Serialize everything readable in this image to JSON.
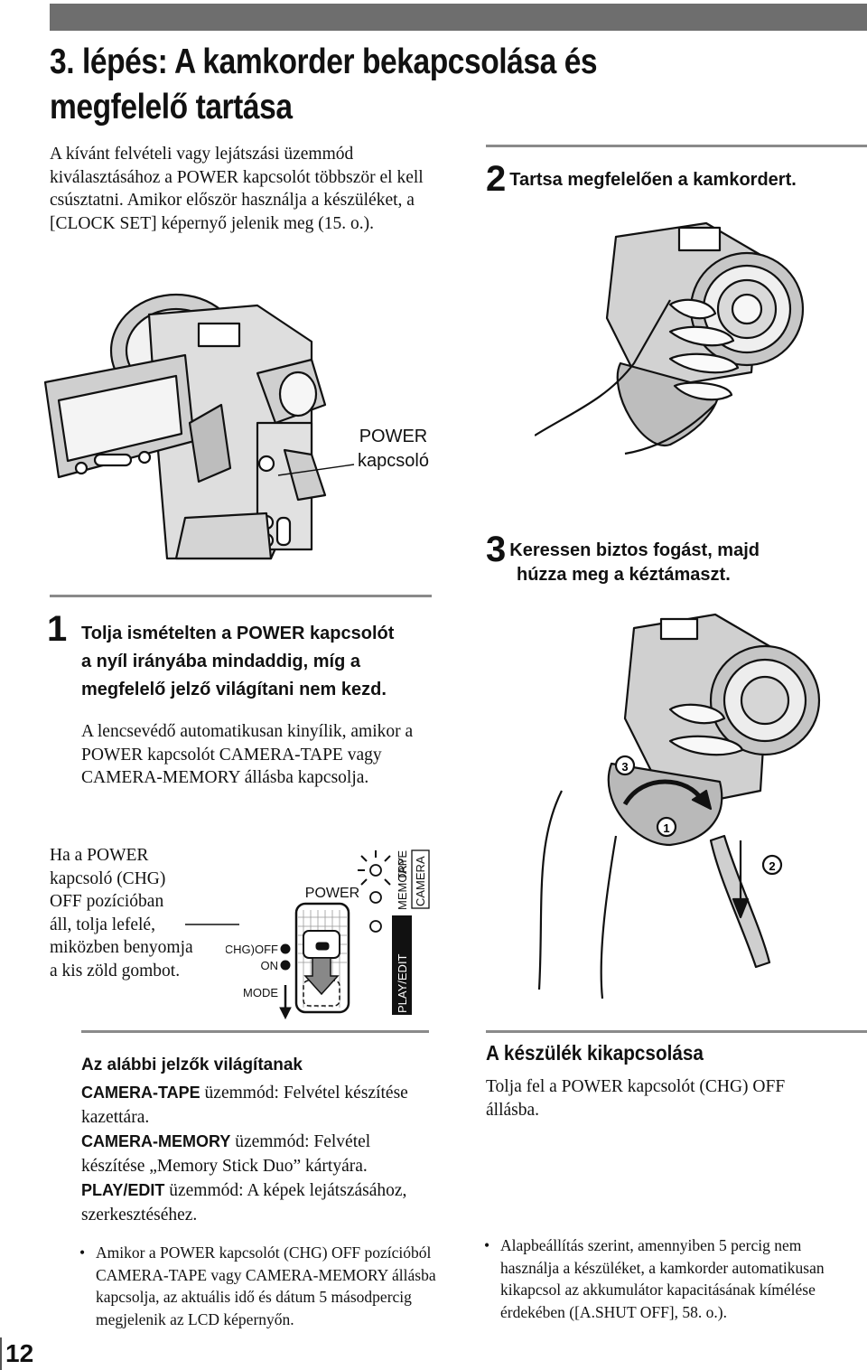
{
  "page": {
    "title_line1": "3. lépés: A kamkorder bekapcsolása és",
    "title_line2": "megfelelő tartása",
    "intro": "A kívánt felvételi vagy lejátszási üzemmód kiválasztásához a POWER kapcsolót többször el kell csúsztatni. Amikor először használja a készüléket, a [CLOCK SET] képernyő jelenik meg (15. o.).",
    "page_number": "12"
  },
  "step2": {
    "num": "2",
    "text": "Tartsa megfelelően a kamkordert."
  },
  "step3": {
    "num": "3",
    "line1": "Keressen biztos fogást, majd",
    "line2": "húzza meg a kéztámaszt."
  },
  "step1": {
    "num": "1",
    "line1": "Tolja ismételten a POWER kapcsolót",
    "line2": "a nyíl irányába mindaddig, míg a",
    "line3": "megfelelő jelző világítani nem kezd.",
    "note": "A lencsevédő automatikusan kinyílik, amikor a POWER kapcsolót CAMERA-TAPE vagy CAMERA-MEMORY állásba kapcsolja."
  },
  "callout": {
    "power_line1": "POWER",
    "power_line2": "kapcsoló"
  },
  "chg_note": {
    "l1": "Ha a POWER",
    "l2": "kapcsoló (CHG)",
    "l3": "OFF pozícióban",
    "l4": "áll, tolja lefelé,",
    "l5": "miközben benyomja",
    "l6": "a kis zöld gombot."
  },
  "switch_diagram": {
    "power": "POWER",
    "chg_off": "(CHG)OFF",
    "on": "ON",
    "mode": "MODE",
    "play_edit": "PLAY/EDIT",
    "memory": "MEMORY",
    "tape": "TAPE",
    "camera": "CAMERA"
  },
  "strap_markers": {
    "m1": "1",
    "m2": "2",
    "m3": "3"
  },
  "indicators": {
    "heading": "Az alábbi jelzők világítanak",
    "items": [
      {
        "mode": "CAMERA-TAPE",
        "desc": " üzemmód: Felvétel készítése kazettára."
      },
      {
        "mode": "CAMERA-MEMORY",
        "desc": " üzemmód: Felvétel készítése „Memory Stick Duo” kártyára."
      },
      {
        "mode": "PLAY/EDIT",
        "desc": " üzemmód: A képek lejátszásához, szerkesztéséhez."
      }
    ],
    "bullet": "Amikor a POWER kapcsolót (CHG) OFF pozícióból CAMERA-TAPE vagy CAMERA-MEMORY állásba kapcsolja, az aktuális idő és dátum 5 másodpercig megjelenik az LCD képernyőn."
  },
  "power_off": {
    "title": "A készülék kikapcsolása",
    "text": "Tolja fel a POWER kapcsolót (CHG) OFF állásba.",
    "bullet": "Alapbeállítás szerint, amennyiben 5 percig nem használja a készüléket, a kamkorder automatikusan kikapcsol az akkumulátor kapacitásának kímélése érdekében ([A.SHUT OFF], 58. o.)."
  }
}
